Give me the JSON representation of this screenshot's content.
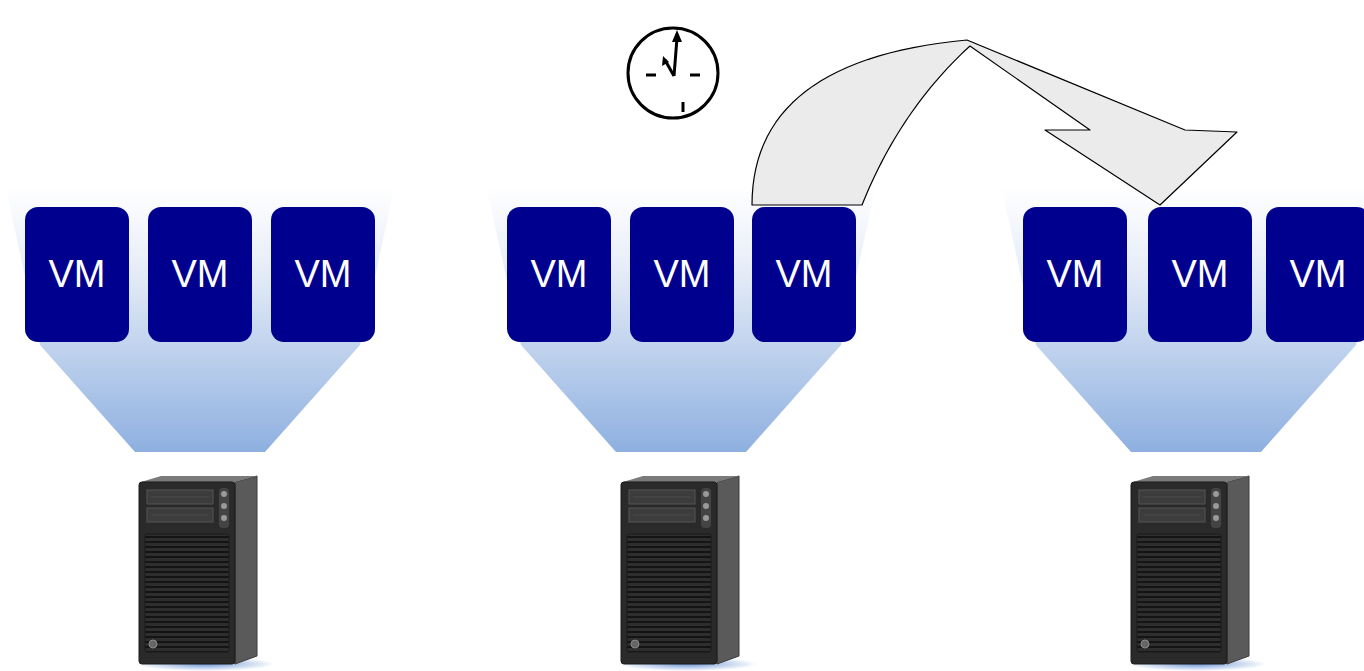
{
  "diagram": {
    "nodes": [
      {
        "text": [
          "VM"
        ]
      },
      {
        "text": [
          "VM"
        ]
      },
      {
        "text": [
          "VM"
        ]
      },
      {
        "text": [
          "VM"
        ]
      },
      {
        "text": [
          "VM"
        ]
      },
      {
        "text": [
          "VM"
        ]
      },
      {
        "text": [
          "VM"
        ]
      },
      {
        "text": [
          "VM"
        ]
      },
      {
        "text": [
          "VM"
        ]
      }
    ],
    "edges": [
      {
        "from": 5,
        "to": 7,
        "arrow": "to"
      }
    ]
  }
}
